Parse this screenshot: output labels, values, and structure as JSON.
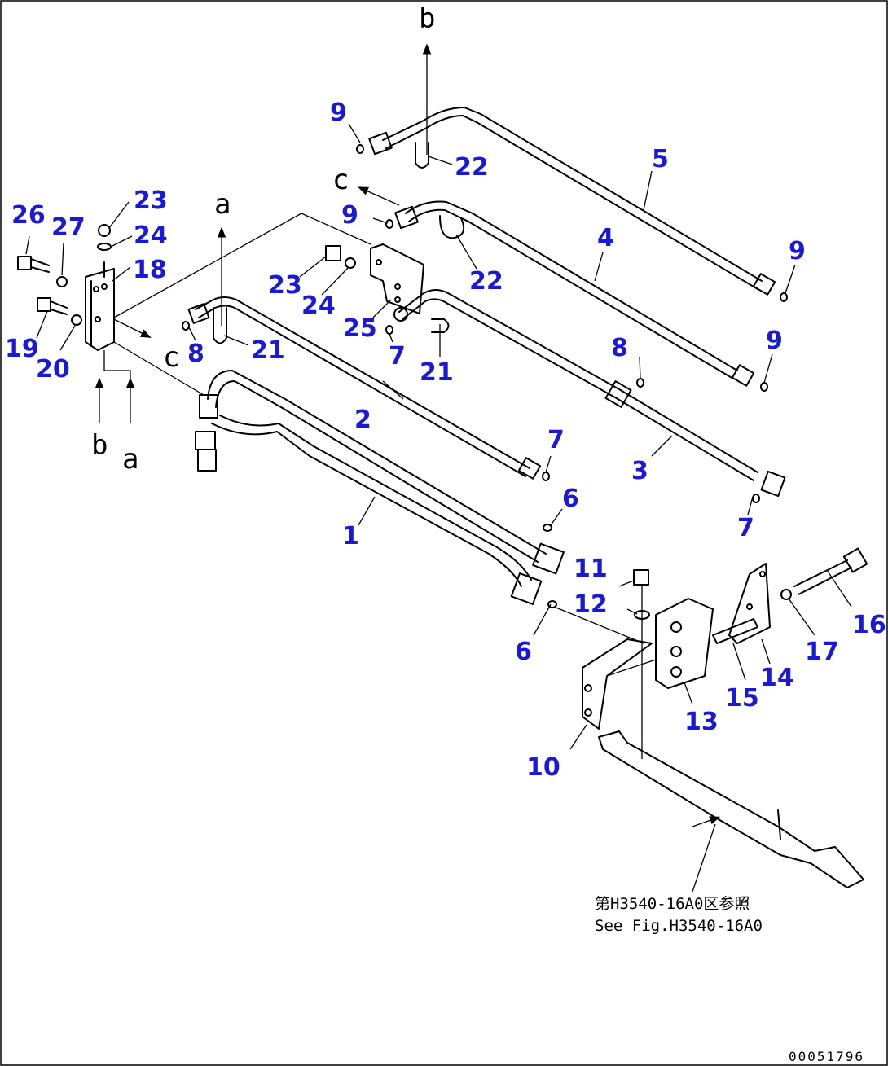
{
  "callouts": {
    "c1": "1",
    "c2": "2",
    "c3": "3",
    "c4": "4",
    "c5": "5",
    "c6a": "6",
    "c6b": "6",
    "c7a": "7",
    "c7b": "7",
    "c7c": "7",
    "c8a": "8",
    "c8b": "8",
    "c9a": "9",
    "c9b": "9",
    "c9c": "9",
    "c9d": "9",
    "c10": "10",
    "c11": "11",
    "c12": "12",
    "c13": "13",
    "c14": "14",
    "c15": "15",
    "c16": "16",
    "c17": "17",
    "c18": "18",
    "c19": "19",
    "c20": "20",
    "c21a": "21",
    "c21b": "21",
    "c22a": "22",
    "c22b": "22",
    "c23a": "23",
    "c23b": "23",
    "c24a": "24",
    "c24b": "24",
    "c25": "25",
    "c26": "26",
    "c27": "27"
  },
  "connection_letters": {
    "b_top": "b",
    "a_top": "a",
    "c_top": "c",
    "c_left": "c",
    "b_bottom": "b",
    "a_bottom": "a"
  },
  "reference_note": {
    "line1": "第H3540-16A0区参照",
    "line2": "See Fig.H3540-16A0"
  },
  "figure_code": "00051796",
  "colors": {
    "callout": "#1a1ad6",
    "line": "#000000"
  }
}
